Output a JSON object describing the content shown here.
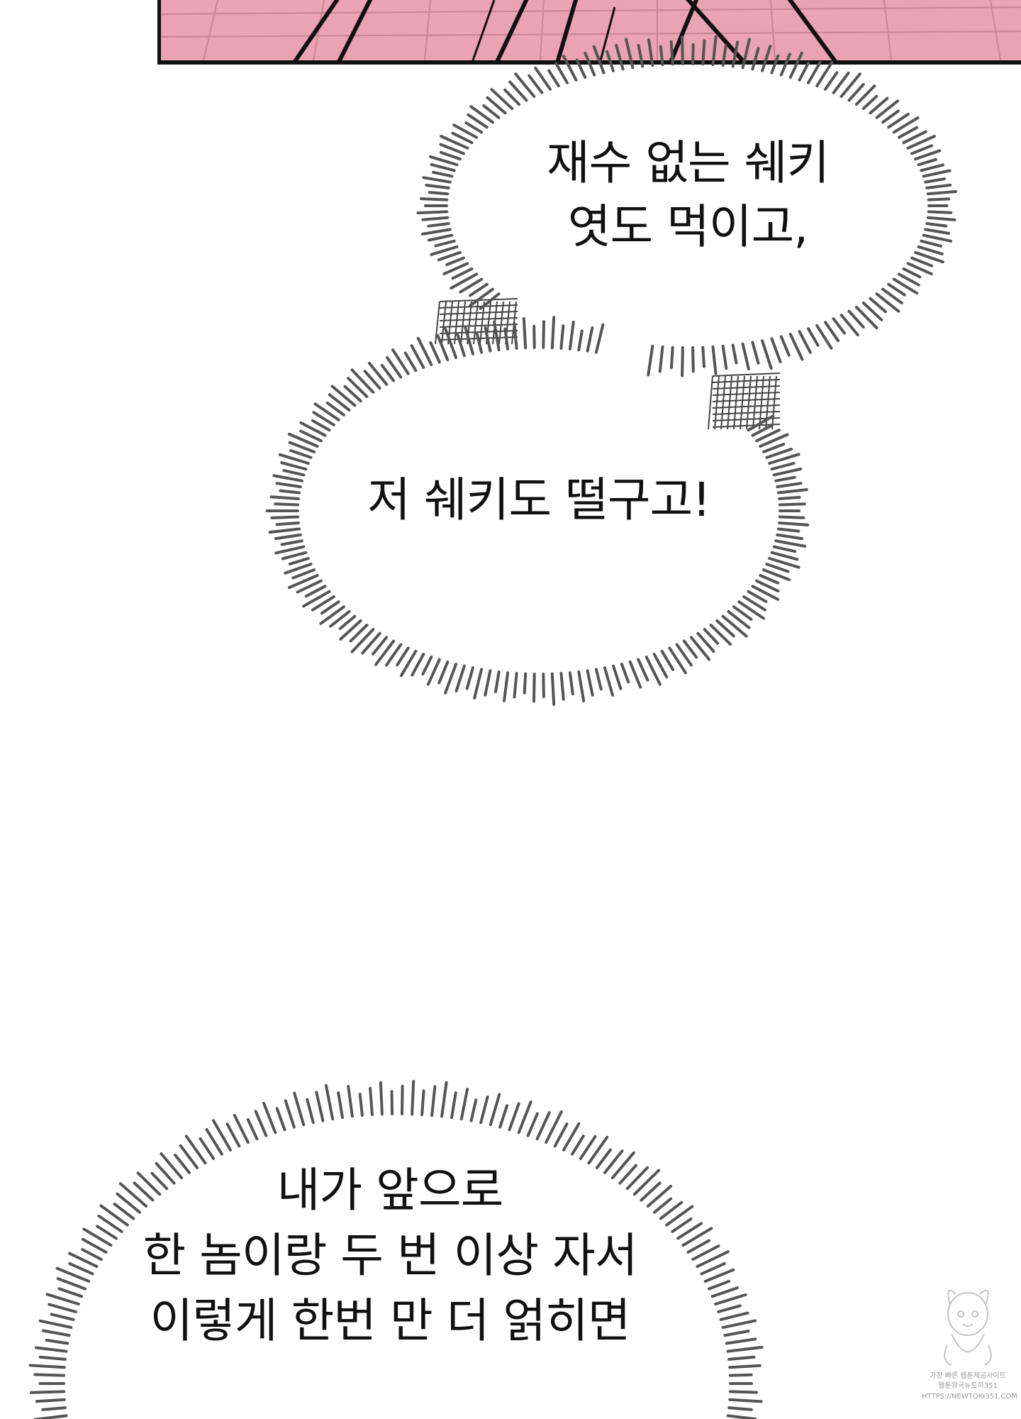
{
  "panel": {
    "background_color": "#e9a3b1",
    "border_color": "#111111"
  },
  "bubbles": {
    "tick_color": "#555555",
    "hatch_color": "#444444"
  },
  "speech": {
    "line_1": "재수 없는 쉐키\n엿도 먹이고,",
    "line_2": "저 쉐키도 떨구고!",
    "line_3": "내가 앞으로\n한 놈이랑 두 번 이상 자서\n이렇게 한번 만 더 얽히면"
  },
  "watermark": {
    "line_1": "가장 빠른 웹툰제공사이트",
    "line_2": "웹툰왕국뉴토끼351",
    "line_3": "HTTPS://NEWTOKI351.COM"
  }
}
